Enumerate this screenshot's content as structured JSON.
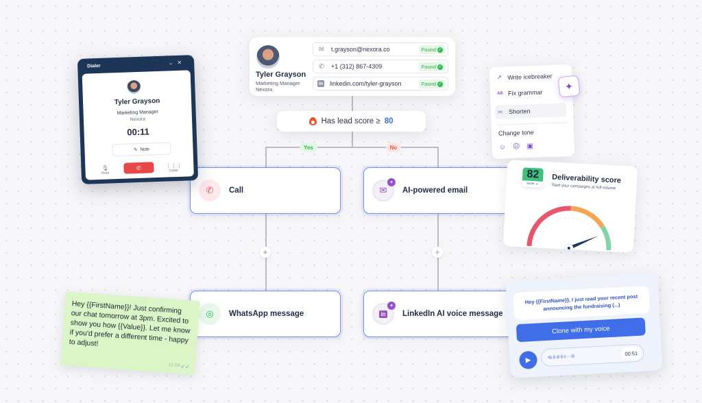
{
  "contact": {
    "name": "Tyler Grayson",
    "title": "Marketing Manager",
    "company": "Nexora",
    "fields": [
      {
        "icon": "mail-icon",
        "value": "t.grayson@nexora.co",
        "status": "Found"
      },
      {
        "icon": "phone-icon",
        "value": "+1 (312) 867-4309",
        "status": "Found"
      },
      {
        "icon": "linkedin-icon",
        "value": "linkedin.com/tyler-grayson",
        "status": "Found"
      }
    ]
  },
  "condition": {
    "label": "Has lead score ≥",
    "value": "80"
  },
  "branches": {
    "yes": "Yes",
    "no": "No"
  },
  "nodes": {
    "call": "Call",
    "ai_email": "AI-powered email",
    "whatsapp": "WhatsApp message",
    "linkedin_voice": "LinkedIn AI voice message"
  },
  "dialer": {
    "title": "Dialer",
    "name": "Tyler Grayson",
    "role": "Marketing Manager",
    "company": "Nexora",
    "timer": "00:11",
    "note": "Note",
    "mute": "Mute",
    "dialer_label": "Dialer"
  },
  "ai_menu": {
    "items": [
      "Write icebreaker",
      "Fix grammar",
      "Shorten"
    ],
    "change_tone": "Change tone"
  },
  "deliverability": {
    "score": "82",
    "score_label": "Score",
    "title": "Deliverability score",
    "subtitle": "Start your campaigns at full volume",
    "colors": {
      "low": "#e9566b",
      "mid": "#f5a54f",
      "high": "#7fd6a4",
      "needle": "#1d3556"
    }
  },
  "voice": {
    "message": "Hey {{FirstName}}, I just read your recent post announcing the fundraising (...)",
    "button": "Clone with my voice",
    "duration": "00:51"
  },
  "whatsapp_bubble": {
    "text": "Hey {{FirstName}}! Just confirming our chat tomorrow at 3pm. Excited to show you how {{Value}}. Let me know if you'd prefer a different time - happy to adjust!",
    "time": "11:04"
  },
  "colors": {
    "accent": "#3f6ee8",
    "node_border": "#6b8ef0",
    "found": "#2ebf4f"
  }
}
